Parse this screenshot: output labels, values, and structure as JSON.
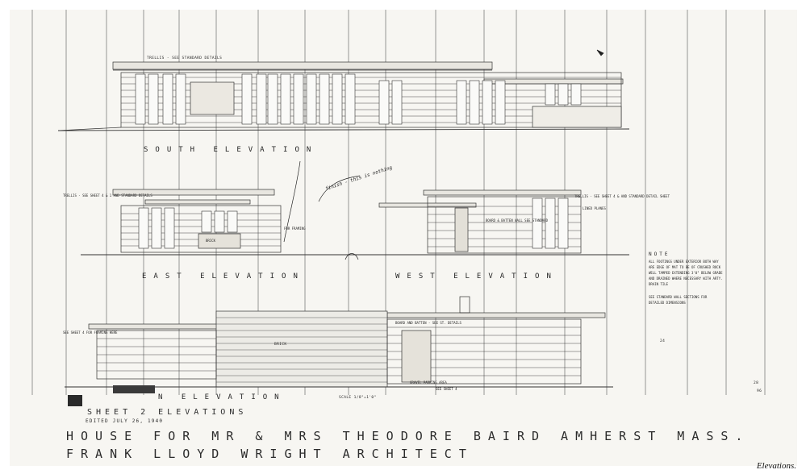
{
  "sheet": {
    "title_lines": [
      "HOUSE FOR MR & MRS THEODORE BAIRD AMHERST MASS.",
      "FRANK LLOYD WRIGHT ARCHITECT"
    ],
    "sheet_label": "SHEET 2 ELEVATIONS",
    "revision": "EDITED JULY 26, 1940",
    "scale": "SCALE 1/8\"=1'0\"",
    "north_elevation": "N ELEVATION"
  },
  "elevations": {
    "south": "SOUTH ELEVATION",
    "east": "EAST ELEVATION",
    "west": "WEST ELEVATION"
  },
  "notes": {
    "heading": "NOTE",
    "lines": [
      "ALL FOOTINGS UNDER EXTERIOR BOTH WAY",
      "ARE EDGE OF MAT TO BE OF CRUSHED ROCK",
      "WELL TAMPED EXTENDING 3'0\" BELOW GRADE",
      "AND DRAINED WHERE NECESSARY WITH ARTY.",
      "DRAIN TILE",
      "",
      "SEE STANDARD WALL SECTIONS FOR",
      "DETAILED DIMENSIONS"
    ]
  },
  "annotations": {
    "trellis_south": "TRELLIS - SEE STANDARD DETAILS",
    "trellis_east": "TRELLIS - SEE SHEET 4 & 1 AND STANDARD DETAILS",
    "trellis_west": "TRELLIS - SEE SHEET 4 & AND STANDARD DETAIL SHEET",
    "lined_planes": "LINED PLANES",
    "framing": "FOR FRAMING",
    "board_batten": "BOARD & BATTEN WALL SEE STANDARD",
    "brick": "BRICK",
    "brick_north": "BRICK",
    "board_batten_north": "BOARD AND BATTEN - SEE ST. DETAILS",
    "see_sheet_framing": "SEE SHEET 4 FOR FRAMING HERE",
    "gravel_parking": "GRAVEL PARKING AREA",
    "see_sheet": "SEE SHEET 4",
    "handwritten_note": "finish - this is nothing"
  },
  "marks": {
    "dims": [
      "24",
      "28",
      "96"
    ]
  },
  "caption": "Elevations."
}
